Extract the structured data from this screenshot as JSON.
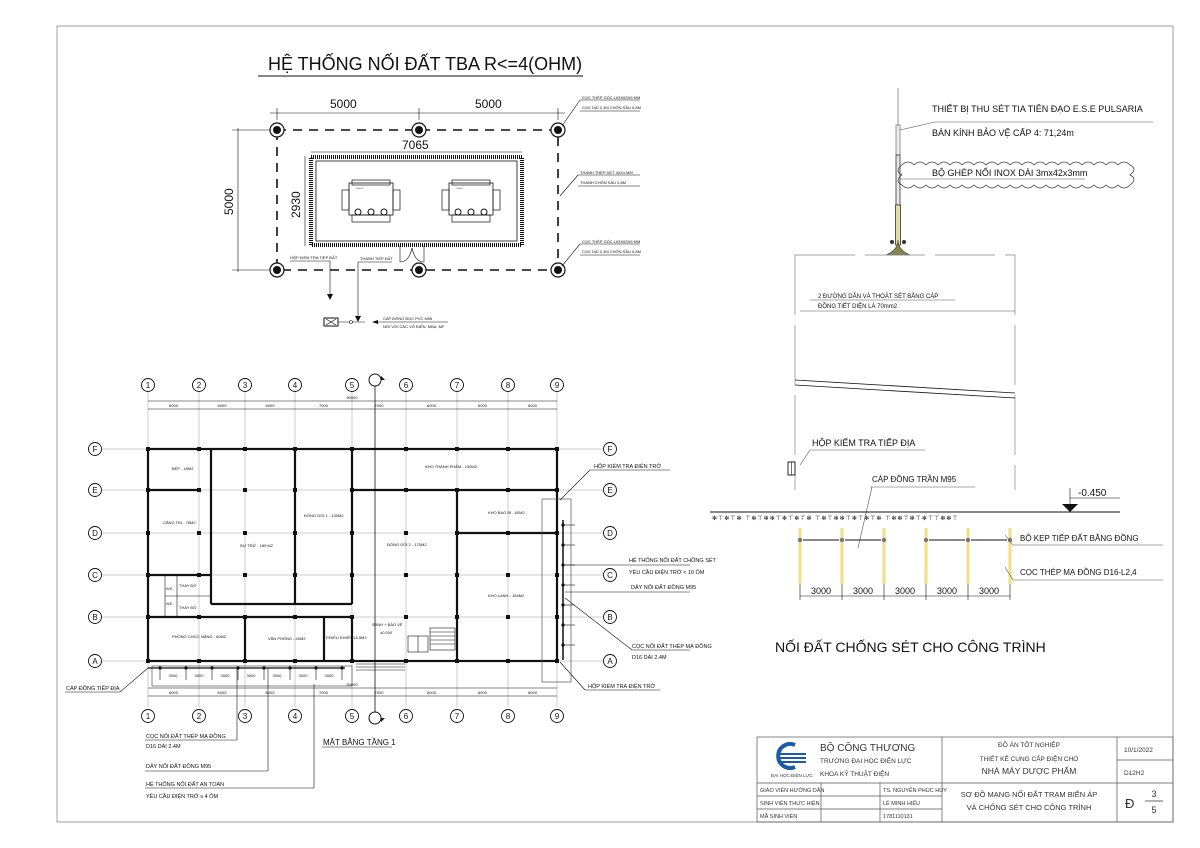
{
  "substation": {
    "title": "HỆ THỐNG NỐI ĐẤT TBA R<=4(OHM)",
    "dim_left_span": "5000",
    "dim_right_span": "5000",
    "dim_height": "5000",
    "room_width": "7065",
    "room_height": "2930",
    "note_rod_top_1": "CỌC THÉP GÓC L63X63X6 MM",
    "note_rod_top_2": "CỌC DÀI 2,4M CHÔN SÂU 0,8M",
    "note_bar_1": "THANH THÉP DẸT 40X4 MM",
    "note_bar_2": "THANH CHÔN SÂU 0,8M",
    "note_rod_bot_1": "CỌC THÉP GÓC L63X63X6 MM",
    "note_rod_bot_2": "CỌC DÀI 2,4M CHÔN SÂU 0,8M",
    "note_testbox": "HỘP KIỂM TRA TIẾP ĐẤT",
    "note_earthbar": "THANH TIẾP ĐẤT",
    "note_cable_1": "CÁP ĐỒNG BỌC PVC M95",
    "note_cable_2": "NỐI VỚI CÁC VỎ ĐIỆN, MBA, MF"
  },
  "floorplan": {
    "title": "MẶT BẰNG TẦNG 1",
    "grid_cols": [
      "1",
      "2",
      "3",
      "4",
      "5",
      "6",
      "7",
      "8",
      "9"
    ],
    "grid_rows": [
      "F",
      "E",
      "D",
      "C",
      "B",
      "A"
    ],
    "col_spacings": [
      "6000",
      "6000",
      "6000",
      "7000",
      "7000",
      "6000",
      "6000",
      "6000"
    ],
    "total_length": "50000",
    "rooms": [
      {
        "name": "BẾP - 40M2"
      },
      {
        "name": "CĂNG TIN - 76M2"
      },
      {
        "name": "DỰ TRỮ - 189 M2"
      },
      {
        "name": "ĐÓNG GÓI 1 - 130M2"
      },
      {
        "name": "KHO THÀNH PHẨM - 130M2"
      },
      {
        "name": "KHO BAO BÌ - 60M2"
      },
      {
        "name": "ĐÓNG GÓI 2 - 175M2"
      },
      {
        "name": "KHO LẠNH - 184M2"
      },
      {
        "name": "THAY ĐỒ"
      },
      {
        "name": "THAY ĐỒ"
      },
      {
        "name": "WC"
      },
      {
        "name": "WC"
      },
      {
        "name": "PHÒNG CHỨC NĂNG - 60M2"
      },
      {
        "name": "VĂN PHÒNG - 40M2"
      },
      {
        "name": "P.ĐIỀU KHIỂN 18,5M2"
      },
      {
        "name": "SẢNH + BẢO VỆ"
      }
    ],
    "level_mark": "±0.000",
    "rod_spacings": [
      "3000",
      "3000",
      "3000",
      "3000",
      "3000",
      "3000",
      "3000"
    ],
    "callouts": {
      "test_box_top": "HỘP KIỂM TRA ĐIỆN TRỞ",
      "lightning_sys_1": "HỆ THỐNG NỐI ĐẤT CHỐNG SÉT",
      "lightning_sys_2": "YÊU CẦU ĐIỆN TRỞ < 10 ÔM",
      "wire_m95_right": "DÂY NỐI ĐẤT ĐỒNG M95",
      "rod_right_1": "CỌC NỐI ĐẤT THÉP MẠ ĐỒNG",
      "rod_right_2": "D16 DÀI 2.4M",
      "test_box_bottom": "HỘP KIỂM TRA ĐIỆN TRỞ",
      "earth_cable": "CÁP ĐỒNG TIẾP ĐỊA",
      "rod_left_1": "CỌC NỐI ĐẤT THÉP MẠ ĐỒNG",
      "rod_left_2": "D16 DÀI 2.4M",
      "wire_m95_left": "DÂY NỐI ĐẤT ĐỒNG M95",
      "safety_sys_1": "HỆ THỐNG NỐI ĐẤT AN TOÀN",
      "safety_sys_2": "YÊU CẦU ĐIỆN TRỞ ≤ 4 ÔM"
    }
  },
  "lightning": {
    "device": "THIẾT BỊ THU SÉT TIA TIÊN ĐẠO E.S.E PULSARIA",
    "radius": "BÁN KÍNH BẢO VỆ CẤP 4: 71,24m",
    "coupler": "BỘ GHÉP NỐI INOX DÀI 3mx42x3mm",
    "downconductor_1": "2 ĐƯỜNG DẪN VÀ THOÁT SÉT BẰNG CÁP",
    "downconductor_2": "ĐỒNG TIẾT DIỆN LÀ 70mm2",
    "test_box": "HỘP KIỂM TRA TIẾP ĐỊA",
    "bare_cable": "CÁP ĐỒNG TRẦN M95",
    "level": "-0.450",
    "clamp": "BỘ KẸP TIẾP ĐẤT BẰNG ĐỒNG",
    "rod": "CỌC THÉP MẠ ĐỒNG D16-L2,4",
    "rod_spacings": [
      "3000",
      "3000",
      "3000",
      "3000",
      "3000"
    ],
    "title": "NỐI ĐẤT CHỐNG SÉT CHO CÔNG TRÌNH",
    "rod_color": "#f3df8a"
  },
  "titleblock": {
    "ministry": "BỘ CÔNG THƯƠNG",
    "university": "TRƯỜNG ĐẠI HỌC ĐIỆN LỰC",
    "faculty": "KHOA KỸ THUẬT ĐIỆN",
    "logo_text": "ĐẠI HỌC ĐIỆN LỰC",
    "project_1": "ĐỒ ÁN TỐT NGHIỆP",
    "project_2": "THIẾT KẾ CUNG CẤP ĐIỆN CHO",
    "project_3": "NHÀ MÁY DƯỢC PHẨM",
    "date": "10/1/2022",
    "class": "D12H2",
    "row1_label": "GIÁO VIÊN HƯỚNG DẪN",
    "row1_value": "TS. NGUYỄN PHÚC HUY",
    "row2_label": "SINH VIÊN THỰC HIỆN",
    "row2_value": "LÊ MINH HIẾU",
    "row3_label": "MÃ SINH VIÊN",
    "row3_value": "1781110131",
    "sheet_title_1": "SƠ ĐỒ MẠNG NỐI ĐẤT TRẠM BIẾN ÁP",
    "sheet_title_2": "VÀ CHỐNG SÉT CHO CÔNG TRÌNH",
    "sheet_prefix": "Đ",
    "sheet_no": "3",
    "sheet_total": "5",
    "logo_color": "#1b5aa6"
  }
}
